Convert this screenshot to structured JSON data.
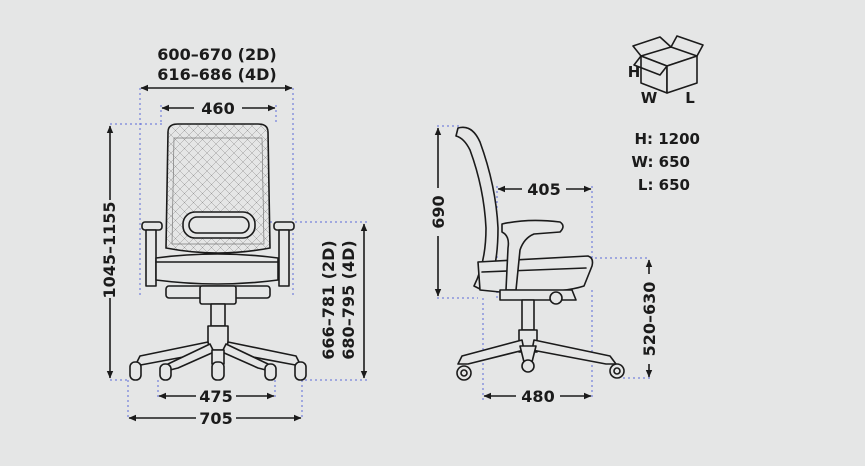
{
  "front_view": {
    "seat_width_2d": "600–670 (2D)",
    "seat_width_4d": "616–686  (4D)",
    "backrest_width": "460",
    "total_height": "1045–1155",
    "armrest_height_2d": "666–781 (2D)",
    "armrest_height_4d": "680–795 (4D)",
    "inner_base_width": "475",
    "base_width": "705"
  },
  "side_view": {
    "backrest_height": "690",
    "seat_depth": "405",
    "seat_height": "520–630",
    "base_depth": "480"
  },
  "package": {
    "box_label_h": "H",
    "box_label_w": "W",
    "box_label_l": "L",
    "height": "H: 1200",
    "width": "W: 650",
    "length": "L: 650"
  },
  "colors": {
    "background": "#e5e6e6",
    "line": "#1b1b1b",
    "guide": "#5b69d8"
  },
  "icons": [
    "box-icon",
    "arrow-icon",
    "chair-front-icon",
    "chair-side-icon"
  ]
}
